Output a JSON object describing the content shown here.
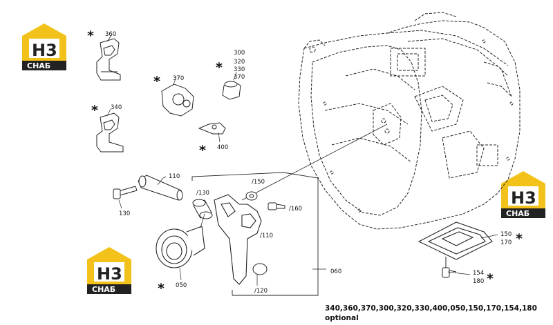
{
  "diagram": {
    "labels": {
      "l360": "360",
      "l300": "300",
      "l320": "320",
      "l330": "330",
      "l370a": "370",
      "l370b": "370",
      "l340": "340",
      "l400": "400",
      "l110a": "110",
      "l130a": "/130",
      "l150a": "/150",
      "l160": "/160",
      "l110b": "/110",
      "l130b": "130",
      "l050": "050",
      "l120": "/120",
      "l060": "060",
      "l150b": "150",
      "l170": "170",
      "l154": "154",
      "l180": "180"
    },
    "asterisk": "*",
    "footnote": {
      "line1": "340,360,370,300,320,330,400,050,150,170,154,180",
      "line2": "optional"
    }
  },
  "watermark": {
    "top": "H3",
    "bottom": "CHAБ",
    "color": "#f2c21b"
  }
}
